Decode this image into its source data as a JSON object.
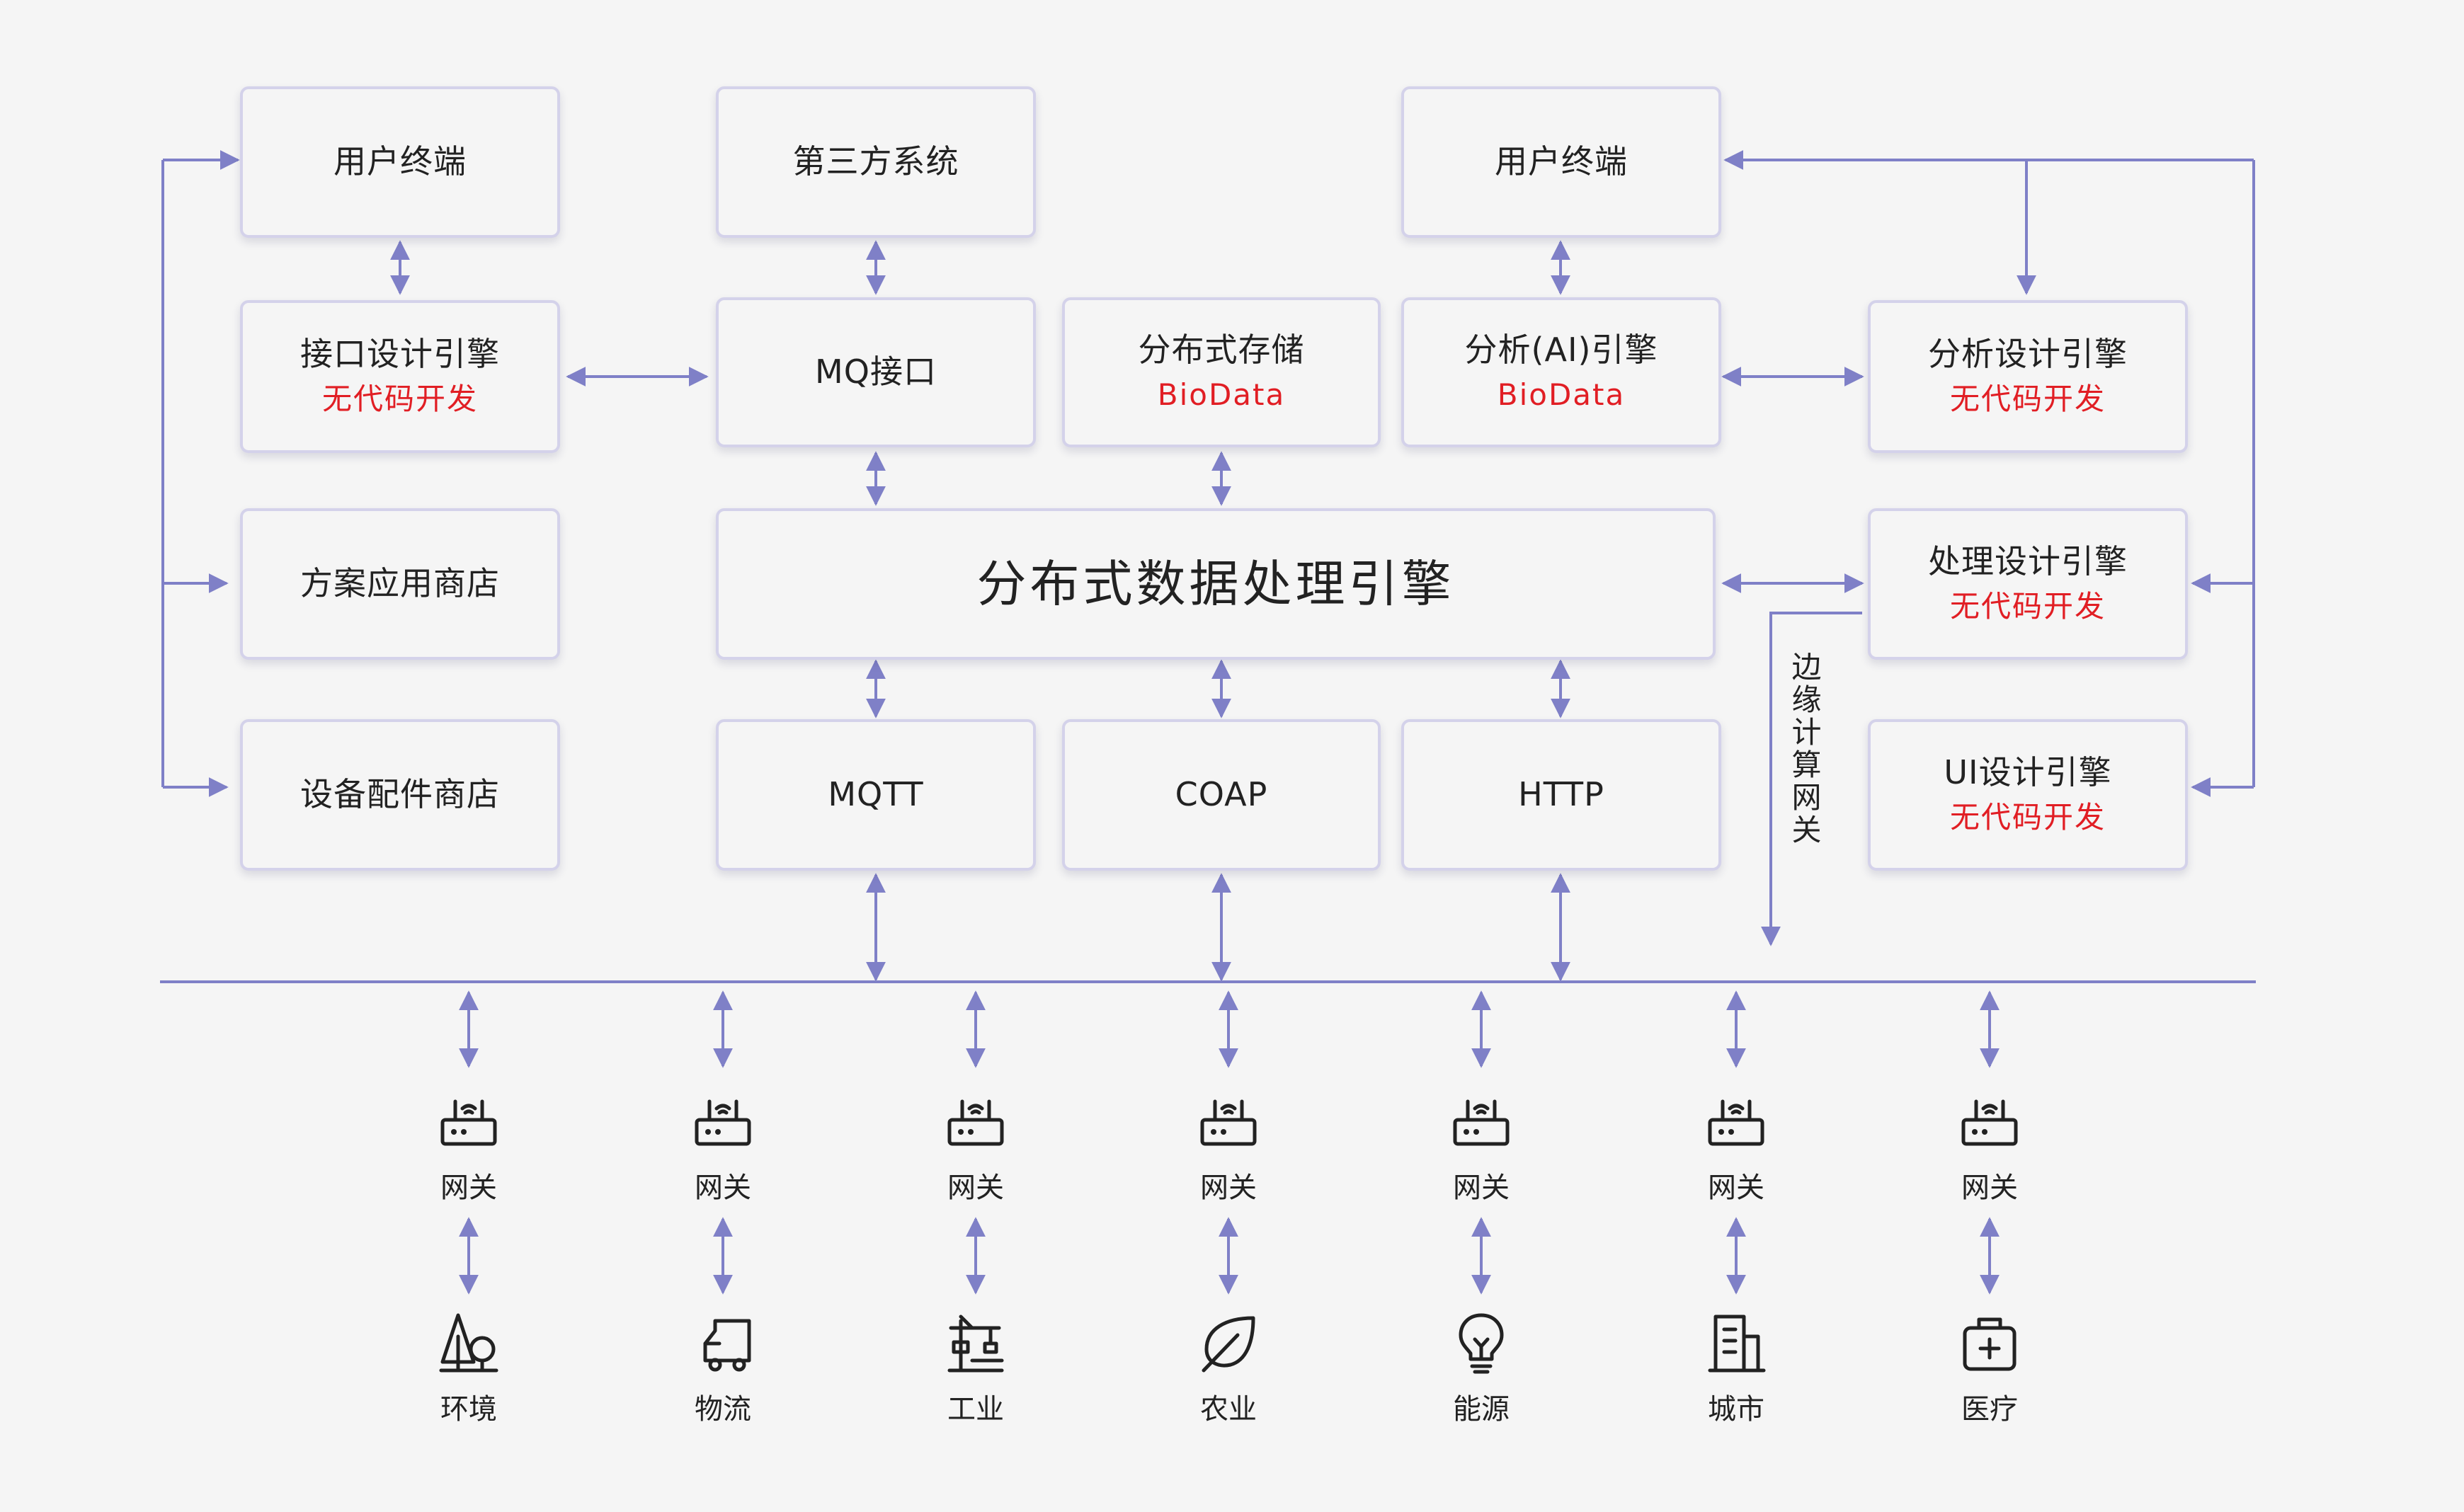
{
  "colors": {
    "line": "#7f80c7",
    "box_border": "#d4d2ea",
    "accent_red": "#e11e24",
    "background": "#f5f5f5",
    "icon": "#222222"
  },
  "boxes": {
    "user_terminal_left": {
      "title": "用户终端"
    },
    "third_party": {
      "title": "第三方系统"
    },
    "user_terminal_right": {
      "title": "用户终端"
    },
    "interface_engine": {
      "title": "接口设计引擎",
      "sub": "无代码开发"
    },
    "mq_interface": {
      "title": "MQ接口"
    },
    "distributed_storage": {
      "title": "分布式存储",
      "sub": "BioData"
    },
    "ai_engine": {
      "title": "分析(AI)引擎",
      "sub": "BioData"
    },
    "analysis_engine": {
      "title": "分析设计引擎",
      "sub": "无代码开发"
    },
    "solution_store": {
      "title": "方案应用商店"
    },
    "processing_core": {
      "title": "分布式数据处理引擎"
    },
    "processing_design": {
      "title": "处理设计引擎",
      "sub": "无代码开发"
    },
    "device_store": {
      "title": "设备配件商店"
    },
    "mqtt": {
      "title": "MQTT"
    },
    "coap": {
      "title": "COAP"
    },
    "http": {
      "title": "HTTP"
    },
    "ui_engine": {
      "title": "UI设计引擎",
      "sub": "无代码开发"
    }
  },
  "edge_gateway_label": "边缘计算网关",
  "gateway_label": "网关",
  "gateway_icon": "router-icon",
  "endpoints": [
    {
      "label": "环境",
      "icon": "tree-icon"
    },
    {
      "label": "物流",
      "icon": "truck-icon"
    },
    {
      "label": "工业",
      "icon": "crane-icon"
    },
    {
      "label": "农业",
      "icon": "leaf-icon"
    },
    {
      "label": "能源",
      "icon": "lightbulb-icon"
    },
    {
      "label": "城市",
      "icon": "building-icon"
    },
    {
      "label": "医疗",
      "icon": "medical-kit-icon"
    }
  ]
}
